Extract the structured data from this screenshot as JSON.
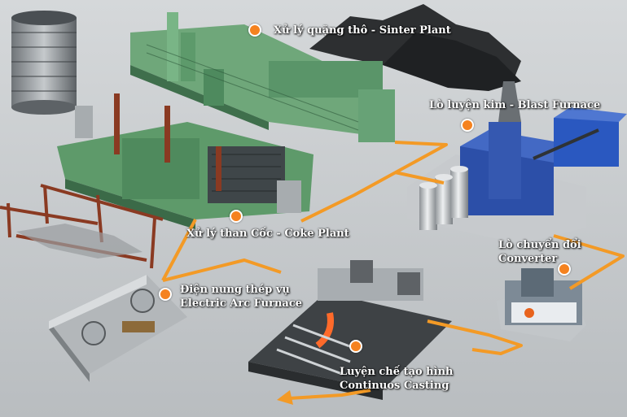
{
  "colors": {
    "ground": "#c9cdd0",
    "route": "#f39a26",
    "marker": "#f5821f",
    "plant_green": "#5e9a6a",
    "furnace_blue": "#2c4fa8",
    "rust": "#8a3a22"
  },
  "stations": [
    {
      "id": "sinter",
      "icon": "sinter-plant-icon",
      "lines": [
        "Xử lý quặng thô - Sinter Plant"
      ]
    },
    {
      "id": "blast",
      "icon": "blast-furnace-icon",
      "lines": [
        "Lò luyện kim - Blast Furnace"
      ]
    },
    {
      "id": "coke",
      "icon": "coke-plant-icon",
      "lines": [
        "Xử lý than Cốc - Coke Plant"
      ]
    },
    {
      "id": "converter",
      "icon": "converter-icon",
      "lines": [
        "Lò chuyển đổi",
        "Converter"
      ]
    },
    {
      "id": "eaf",
      "icon": "electric-arc-furnace-icon",
      "lines": [
        "Điện nung thép vụ",
        "Electric Arc Furnace"
      ]
    },
    {
      "id": "casting",
      "icon": "continuous-casting-icon",
      "lines": [
        "Luyện chế tạo hình",
        "Continuos Casting"
      ]
    }
  ]
}
